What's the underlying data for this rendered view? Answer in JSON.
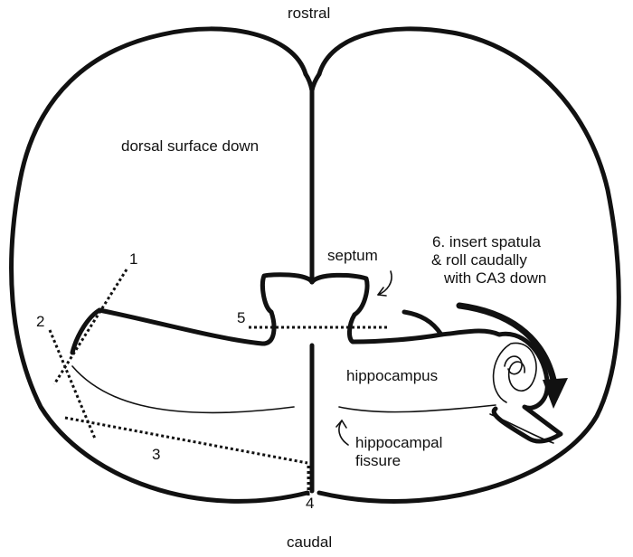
{
  "labels": {
    "rostral": "rostral",
    "caudal": "caudal",
    "dorsal": "dorsal surface down",
    "septum": "septum",
    "hippocampus": "hippocampus",
    "fissure_line1": "hippocampal",
    "fissure_line2": "fissure",
    "instruction_line1": "6. insert spatula",
    "instruction_line2": "& roll caudally",
    "instruction_line3": "with CA3 down",
    "cut1": "1",
    "cut2": "2",
    "cut3": "3",
    "cut4": "4",
    "cut5": "5"
  }
}
